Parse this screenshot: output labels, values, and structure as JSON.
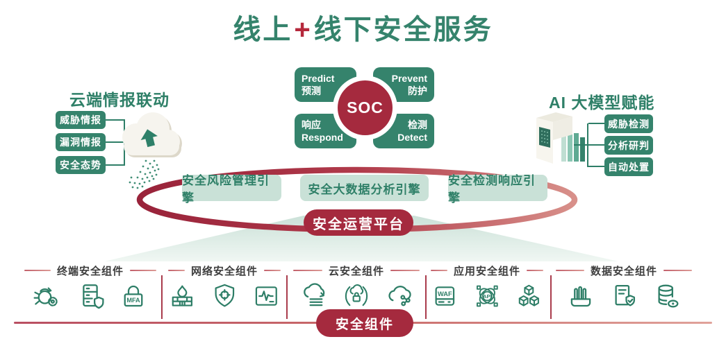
{
  "title": {
    "part1": "线上",
    "plus": "+",
    "part2": "线下安全服务"
  },
  "soc": {
    "center": "SOC",
    "quadrants": [
      {
        "line1": "Predict",
        "line2": "预测"
      },
      {
        "line1": "Prevent",
        "line2": "防护"
      },
      {
        "line1": "响应",
        "line2": "Respond"
      },
      {
        "line1": "检测",
        "line2": "Detect"
      }
    ]
  },
  "left_panel": {
    "title": "云端情报联动",
    "icon": "cloud-intel-icon",
    "items": [
      "威胁情报",
      "漏洞情报",
      "安全态势"
    ]
  },
  "right_panel": {
    "title": "AI 大模型赋能",
    "icon": "ai-server-icon",
    "items": [
      "威胁检测",
      "分析研判",
      "自动处置"
    ]
  },
  "engines": [
    "安全风险管理引擎",
    "安全大数据分析引擎",
    "安全检测响应引擎"
  ],
  "platform_label": "安全运营平台",
  "components_label": "安全组件",
  "component_groups": [
    {
      "label": "终端安全组件",
      "icons": [
        "bug-scan-icon",
        "server-shield-icon",
        "mfa-lock-icon"
      ]
    },
    {
      "label": "网络安全组件",
      "icons": [
        "firewall-icon",
        "shield-target-icon",
        "monitor-pulse-icon"
      ]
    },
    {
      "label": "云安全组件",
      "icons": [
        "cloud-sync-icon",
        "cloud-lock-icon",
        "cloud-share-icon"
      ]
    },
    {
      "label": "应用安全组件",
      "icons": [
        "waf-icon",
        "api-icon",
        "cubes-icon"
      ]
    },
    {
      "label": "数据安全组件",
      "icons": [
        "usb-blocker-icon",
        "doc-shield-icon",
        "database-eye-icon"
      ]
    }
  ],
  "colors": {
    "green": "#35836c",
    "green_dark": "#2e7e67",
    "green_text": "#2f8068",
    "light_green_bg": "#c9e1d7",
    "red": "#a52a3e",
    "red_bright": "#b5283c",
    "ellipse_red": "#b03a4a",
    "line_red": "#c2606b",
    "divider_red": "#a93b4c",
    "label_gray": "#3d3d3d",
    "trapezoid_top": "#cbe1d8",
    "trapezoid_bottom": "#f0f7f3",
    "cloud_cream": "#f4f1e9",
    "cloud_shadow": "#ddd8ca"
  }
}
